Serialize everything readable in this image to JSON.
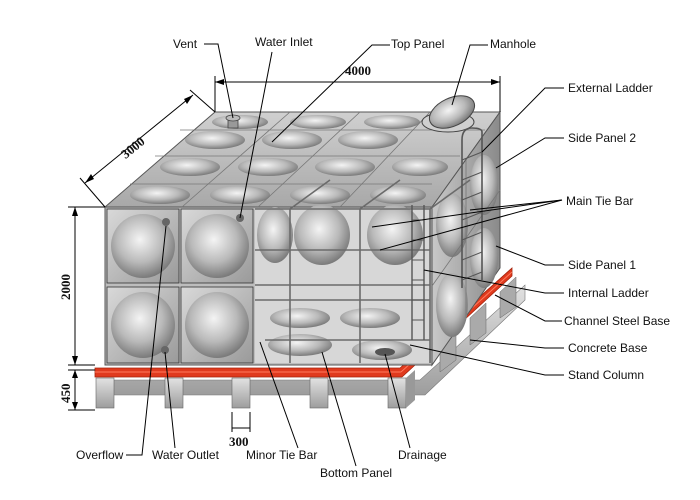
{
  "labels": {
    "vent": "Vent",
    "water_inlet": "Water Inlet",
    "top_panel": "Top Panel",
    "manhole": "Manhole",
    "external_ladder": "External Ladder",
    "side_panel_2": "Side Panel 2",
    "main_tie_bar": "Main Tie Bar",
    "side_panel_1": "Side Panel 1",
    "internal_ladder": "Internal Ladder",
    "channel_steel_base": "Channel Steel Base",
    "concrete_base": "Concrete Base",
    "stand_column": "Stand Column",
    "overflow": "Overflow",
    "water_outlet": "Water Outlet",
    "minor_tie_bar": "Minor Tie Bar",
    "bottom_panel": "Bottom Panel",
    "drainage": "Drainage"
  },
  "dimensions": {
    "length": "4000",
    "width": "3000",
    "height": "2000",
    "base_height": "450",
    "base_spacing": "300"
  },
  "colors": {
    "steel_base": "#e03a1e",
    "panel_light": "#e6e6e6",
    "panel_dark": "#8c8c8c",
    "concrete": "#d4d4d4"
  }
}
